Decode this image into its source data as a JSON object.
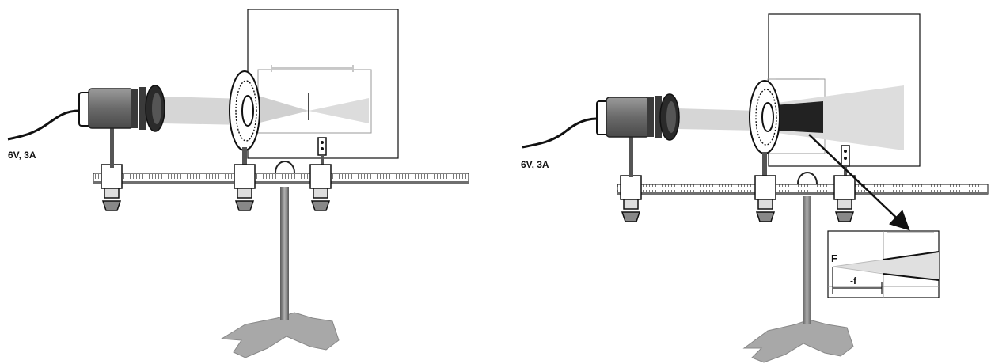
{
  "left_setup": {
    "power_label": "6V, 3A"
  },
  "right_setup": {
    "power_label": "6V, 3A",
    "inset": {
      "focus_label": "F",
      "focal_length_label": "-f"
    }
  },
  "colors": {
    "line": "#111111",
    "lamp_body": "#6a6a6a",
    "lamp_ring": "#3a3a3a",
    "beam": "#d2d2d2",
    "base": "#a8a8a8",
    "rod": "#8a8a8a",
    "bench": "#6f6f6f"
  }
}
